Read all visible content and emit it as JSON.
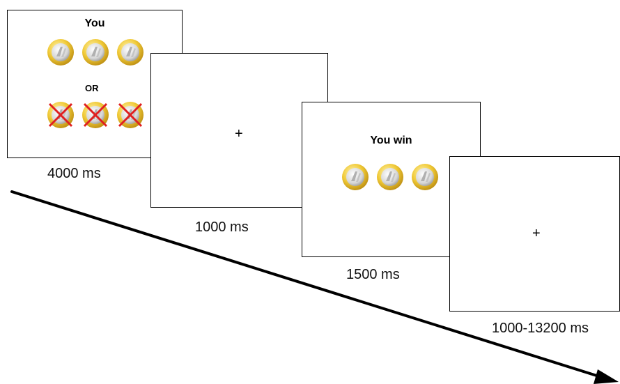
{
  "trials": {
    "anticipation": {
      "title": "You",
      "or_label": "OR",
      "win_coins": 3,
      "loss_coins": 3,
      "duration": "4000 ms"
    },
    "fixation_1": {
      "symbol": "+",
      "duration": "1000 ms"
    },
    "outcome": {
      "title": "You win",
      "win_coins": 3,
      "duration": "1500 ms"
    },
    "fixation_2": {
      "symbol": "+",
      "duration": "1000-13200 ms"
    }
  },
  "icons": {
    "coin": "euro-coin-icon",
    "crossed_coin": "crossed-euro-coin-icon",
    "arrow": "time-arrow"
  },
  "colors": {
    "coin_gold": "#e9c02a",
    "coin_silver": "#d9d9d9",
    "cross_red": "#e02020",
    "border": "#000000"
  }
}
